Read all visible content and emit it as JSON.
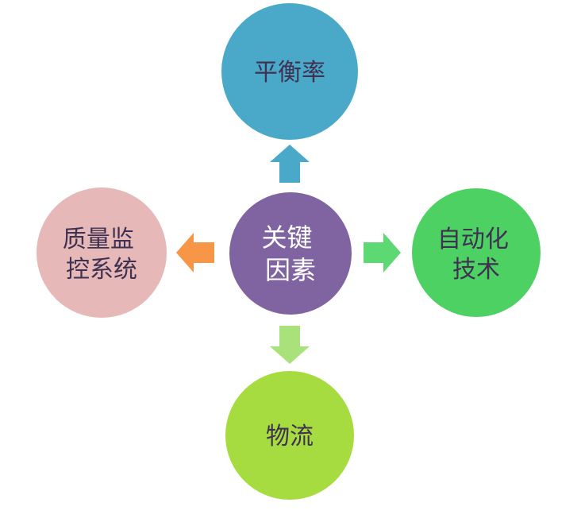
{
  "diagram": {
    "center": {
      "lines": [
        "关键",
        "因素"
      ],
      "fill": "#8064A2",
      "text_color": "#FFFFFF"
    },
    "top": {
      "label": "平衡率",
      "fill": "#4AA9C9",
      "text_color": "#3F3151"
    },
    "right": {
      "lines": [
        "自动化",
        "技术"
      ],
      "fill": "#4DD163",
      "text_color": "#3F3151"
    },
    "bottom": {
      "label": "物流",
      "fill": "#A6DC3F",
      "text_color": "#3F3151"
    },
    "left": {
      "lines": [
        "质量监",
        "控系统"
      ],
      "fill": "#E6B9B8",
      "text_color": "#3F3151"
    },
    "arrows": {
      "up": {
        "fill": "#4AA9C9"
      },
      "right": {
        "fill": "#5CD973"
      },
      "down": {
        "fill": "#A9E27A"
      },
      "left": {
        "fill": "#F79646"
      }
    }
  }
}
